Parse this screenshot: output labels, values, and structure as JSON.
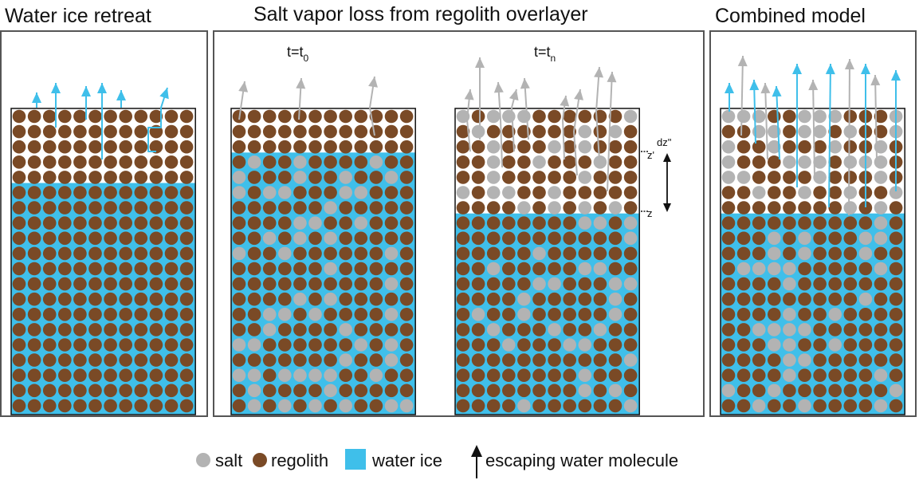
{
  "titles": {
    "water_ice_retreat": "Water ice retreat",
    "salt_vapor_loss": "Salt vapor loss from regolith overlayer",
    "combined_model": "Combined model"
  },
  "time_labels": {
    "t0_main": "t=t",
    "t0_sub": "0",
    "tn_main": "t=t",
    "tn_sub": "n"
  },
  "depth_labels": {
    "z_prime": "z'",
    "dz": "dz\"",
    "z": "z"
  },
  "legend": {
    "salt": "salt",
    "regolith": "regolith",
    "water_ice": "water ice",
    "escaping": "escaping water molecule"
  },
  "colors": {
    "regolith": "#7a4a26",
    "salt": "#b3b3b3",
    "water_ice": "#3fbfea",
    "pore": "#ffffff",
    "frame": "#555555",
    "arrow_water": "#3fbfea",
    "arrow_salt": "#b3b3b3"
  },
  "icons": {
    "escaping": "upward-arrow-icon"
  }
}
